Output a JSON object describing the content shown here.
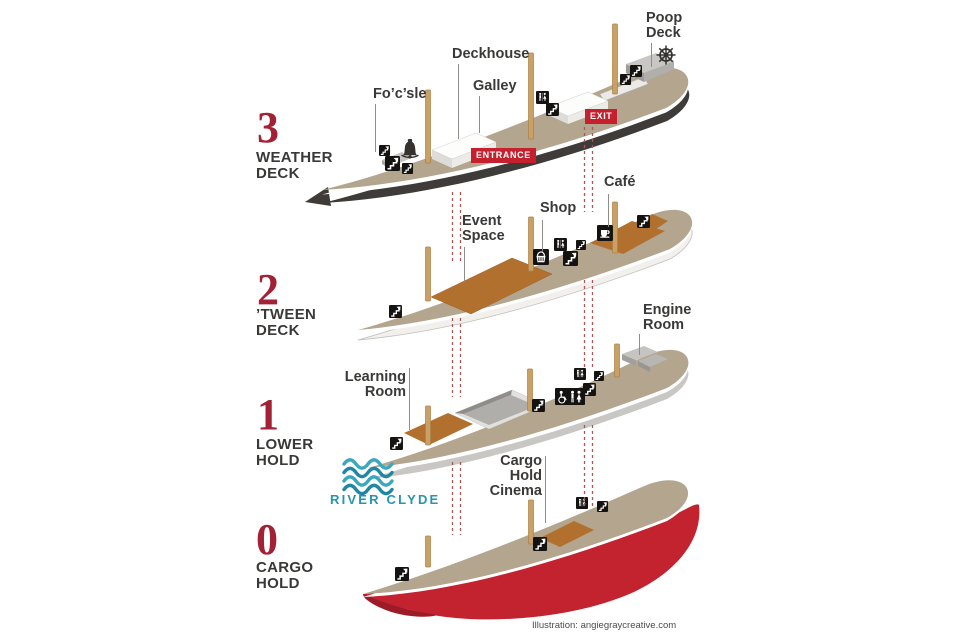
{
  "deck_labels": {
    "weather": {
      "number": "3",
      "name": "WEATHER\nDECK"
    },
    "tween": {
      "number": "2",
      "name": "’TWEEN\nDECK"
    },
    "lower": {
      "number": "1",
      "name": "LOWER\nHOLD"
    },
    "cargo": {
      "number": "0",
      "name": "CARGO\nHOLD"
    }
  },
  "callouts": {
    "poop_deck": "Poop\nDeck",
    "deckhouse": "Deckhouse",
    "galley": "Galley",
    "focsle": "Fo’c’sle",
    "event_space": "Event\nSpace",
    "shop": "Shop",
    "cafe": "Café",
    "engine_room": "Engine\nRoom",
    "learning_room": "Learning\nRoom",
    "cargo_hold_cinema": "Cargo\nHold\nCinema"
  },
  "badges": {
    "entrance": "ENTRANCE",
    "exit": "EXIT"
  },
  "river_label": "RIVER CLYDE",
  "credit": "Illustration: angiegraycreative.com",
  "colors": {
    "deck_tan": "#b3a58e",
    "hull_dark": "#3e3b38",
    "hull_red": "#c2232f",
    "hull_red_shadow": "#9c1b26",
    "accent_red": "#a32134",
    "badge_red": "#c5202e",
    "teal": "#2795ad",
    "wood_brown": "#b2702e",
    "mast_tan": "#c9a166",
    "dashed_line": "#a85757"
  },
  "icons": {
    "stairs-icon": "white staircase arrow on black square",
    "toilets-icon": "male and female figures on black square",
    "accessible-toilet-icon": "wheelchair with figures on black rectangle",
    "shop-icon": "shopping basket on black square",
    "cafe-icon": "coffee cup on black square",
    "bell-icon": "ship's bell",
    "ships-wheel-icon": "helm wheel",
    "waves-icon": "river waves"
  }
}
